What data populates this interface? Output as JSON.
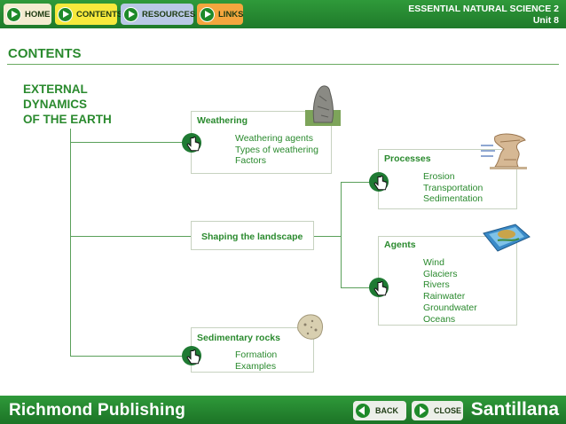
{
  "nav": {
    "home": "HOME",
    "contents": "CONTENTS",
    "resources": "RESOURCES",
    "links": "LINKS"
  },
  "header": {
    "course": "ESSENTIAL NATURAL SCIENCE 2",
    "unit": "Unit 8"
  },
  "page_title": "CONTENTS",
  "main_topic": [
    "EXTERNAL",
    "DYNAMICS",
    "OF THE EARTH"
  ],
  "weathering": {
    "title": "Weathering",
    "items": [
      "Weathering agents",
      "Types of weathering",
      "Factors"
    ]
  },
  "shaping": {
    "title": "Shaping the landscape"
  },
  "processes": {
    "title": "Processes",
    "items": [
      "Erosion",
      "Transportation",
      "Sedimentation"
    ]
  },
  "agents": {
    "title": "Agents",
    "items": [
      "Wind",
      "Glaciers",
      "Rivers",
      "Rainwater",
      "Groundwater",
      "Oceans"
    ]
  },
  "sedimentary": {
    "title": "Sedimentary rocks",
    "items": [
      "Formation",
      "Examples"
    ]
  },
  "footer": {
    "publisher": "Richmond Publishing",
    "back": "BACK",
    "close": "CLOSE",
    "brand": "Santillana"
  },
  "colors": {
    "green": "#2a8a2e",
    "bar": "#1f7a2a",
    "home_btn": "#f4ecd0",
    "contents_btn": "#f7e93c",
    "resources_btn": "#b9c8e6",
    "links_btn": "#f4a63e"
  }
}
